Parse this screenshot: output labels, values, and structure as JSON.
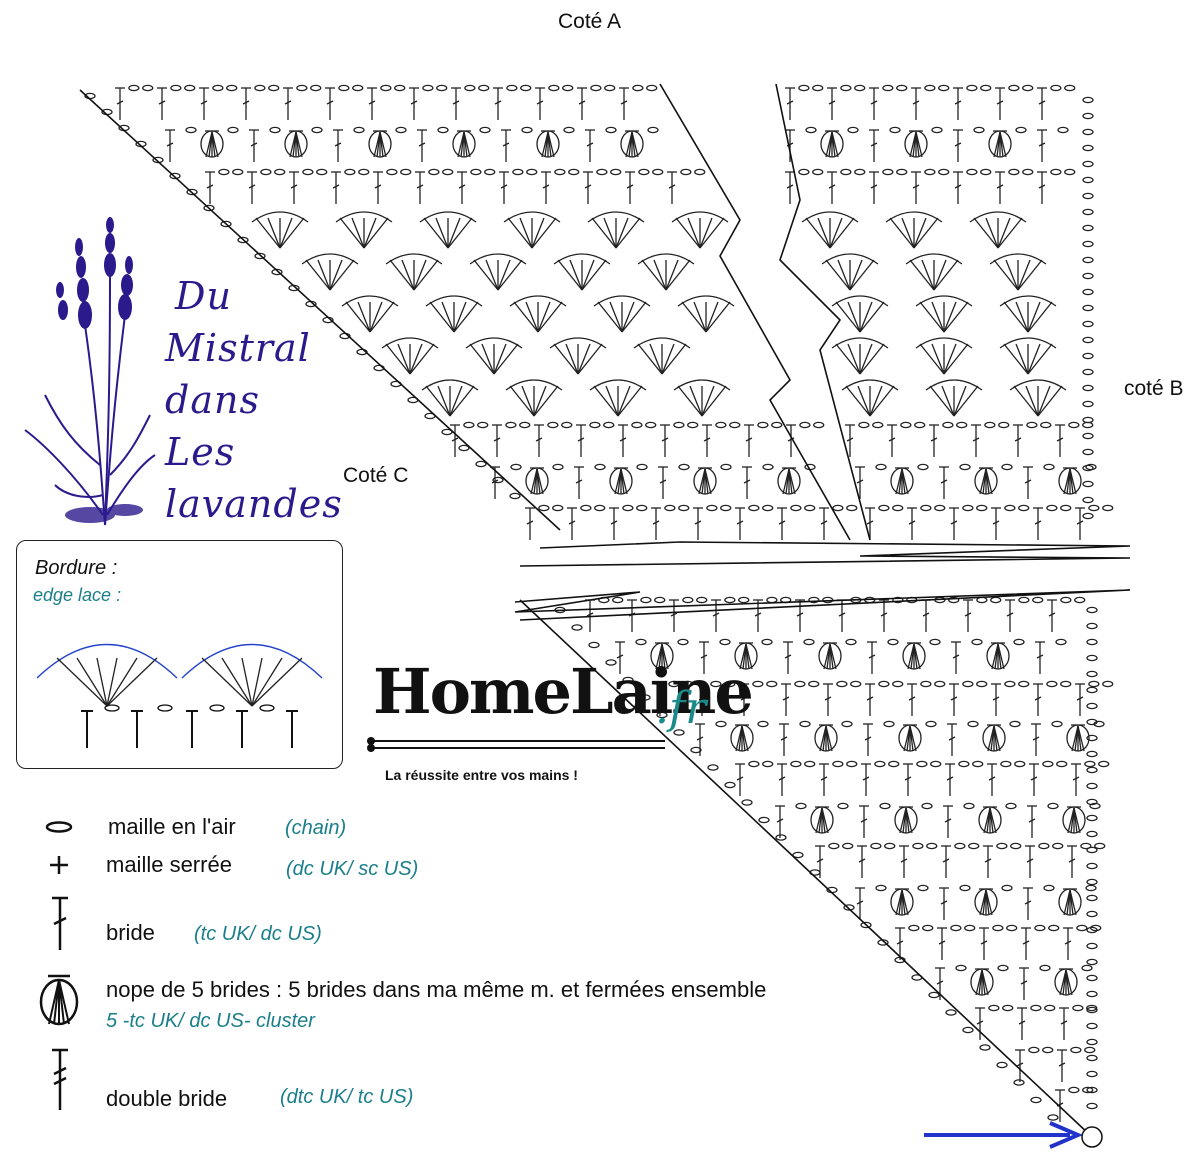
{
  "labels": {
    "cote_a": "Coté A",
    "cote_b": "coté B",
    "cote_c": "Coté C"
  },
  "title_lines": [
    "Du",
    "Mistral",
    "dans",
    "Les",
    "lavandes"
  ],
  "bordure": {
    "title": "Bordure :",
    "subtitle": "edge lace :"
  },
  "brand": {
    "name": "HomeLaine",
    "suffix": ".fr",
    "tagline": "La réussite entre vos mains !"
  },
  "legend": [
    {
      "icon": "chain-icon",
      "fr": "maille en l'air",
      "en": "(chain)"
    },
    {
      "icon": "single-crochet-icon",
      "fr": "maille serrée",
      "en": "(dc UK/ sc US)"
    },
    {
      "icon": "double-crochet-icon",
      "fr": "bride",
      "en": "(tc UK/ dc US)"
    },
    {
      "icon": "bobble-icon",
      "fr": "nope de 5 brides : 5 brides dans ma même m. et fermées ensemble",
      "en": "5 -tc UK/ dc US- cluster"
    },
    {
      "icon": "treble-crochet-icon",
      "fr": "double bride",
      "en": "(dtc UK/ tc US)"
    }
  ],
  "colors": {
    "lavender": "#2b1a8c",
    "teal": "#1a7f8a",
    "arrow": "#2233cc",
    "edge_lace": "#2244cc"
  }
}
